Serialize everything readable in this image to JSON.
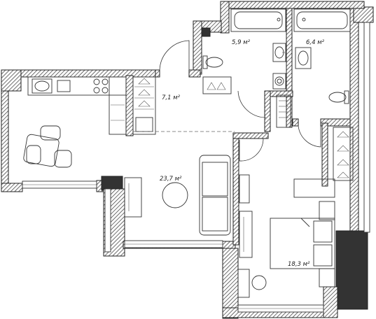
{
  "rooms": [
    {
      "id": "bathroom",
      "area": "5,9 м²"
    },
    {
      "id": "toilet",
      "area": "6,4 м²"
    },
    {
      "id": "hallway",
      "area": "7,1 м²"
    },
    {
      "id": "living_kitchen",
      "area": "23,7 м²"
    },
    {
      "id": "bedroom",
      "area": "18,3 м²"
    }
  ]
}
